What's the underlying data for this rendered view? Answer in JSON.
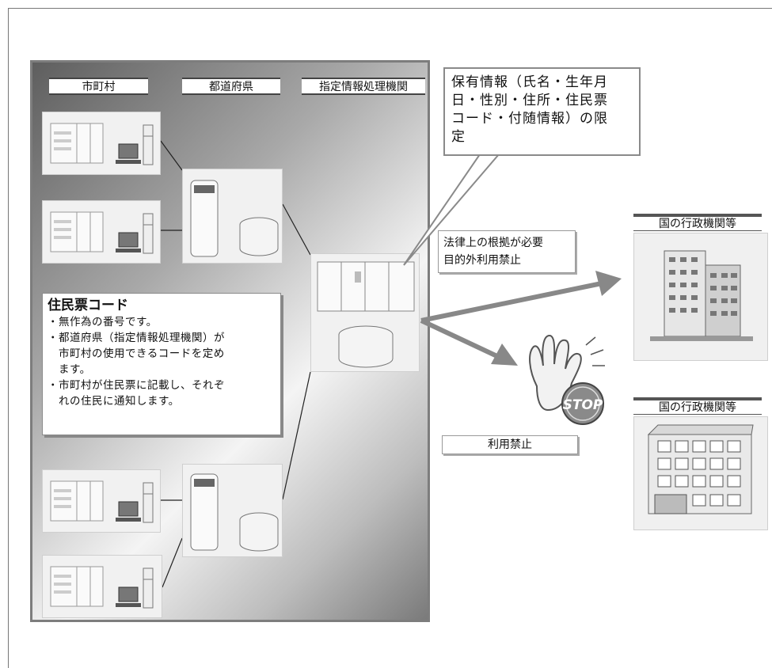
{
  "columns": {
    "municipality": "市町村",
    "prefecture": "都道府県",
    "agency": "指定情報処理機関"
  },
  "held_info_callout": {
    "lines": [
      "保有情報（氏名・生年月",
      "日・性別・住所・住民票",
      "コード・付随情報）の限",
      "定"
    ]
  },
  "resident_code_note": {
    "title": "住民票コード",
    "lines": [
      "・無作為の番号です。",
      "・都道府県（指定情報処理機関）が",
      "　市町村の使用できるコードを定め",
      "　ます。",
      "・市町村が住民票に記載し、それぞ",
      "　れの住民に通知します。"
    ]
  },
  "legal_basis_note": {
    "lines": [
      "法律上の根拠が必要",
      "目的外利用禁止"
    ]
  },
  "prohibited_label": "利用禁止",
  "stop_sign_text": "STOP",
  "government_top": {
    "label": "国の行政機関等"
  },
  "government_bottom": {
    "label": "国の行政機関等"
  },
  "colors": {
    "arrow": "#888888",
    "frame": "#7d7d7d"
  }
}
